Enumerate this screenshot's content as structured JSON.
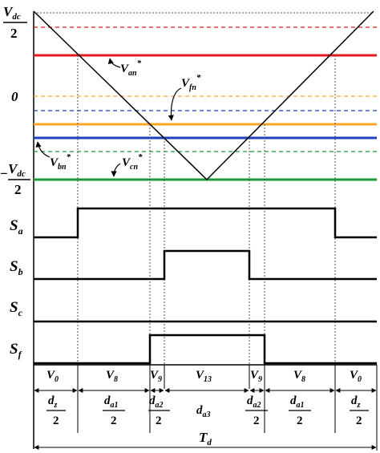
{
  "diagram": {
    "colors": {
      "black": "#000000",
      "red": "#e31a1c",
      "orange": "#f5a623",
      "blue": "#1f3fbf",
      "green": "#1a9a3a"
    },
    "y_axis_labels": {
      "vdc_half_pos_V": "V",
      "vdc_half_pos_sub": "dc",
      "vdc_half_pos_den": "2",
      "zero": "0",
      "vdc_half_neg_minus": "−",
      "vdc_half_neg_V": "V",
      "vdc_half_neg_sub": "dc",
      "vdc_half_neg_den": "2"
    },
    "references": {
      "van": {
        "V": "V",
        "sub": "an",
        "sup": "*"
      },
      "vfn": {
        "V": "V",
        "sub": "fn",
        "sup": "*"
      },
      "vbn": {
        "V": "V",
        "sub": "bn",
        "sup": "*"
      },
      "vcn": {
        "V": "V",
        "sub": "cn",
        "sup": "*"
      }
    },
    "switch_labels": [
      {
        "S": "S",
        "sub": "a"
      },
      {
        "S": "S",
        "sub": "b"
      },
      {
        "S": "S",
        "sub": "c"
      },
      {
        "S": "S",
        "sub": "f"
      }
    ],
    "vectors": [
      {
        "V": "V",
        "sub": "0"
      },
      {
        "V": "V",
        "sub": "8"
      },
      {
        "V": "V",
        "sub": "9"
      },
      {
        "V": "V",
        "sub": "13"
      },
      {
        "V": "V",
        "sub": "9"
      },
      {
        "V": "V",
        "sub": "8"
      },
      {
        "V": "V",
        "sub": "0"
      }
    ],
    "durations": [
      {
        "d": "d",
        "sub": "z",
        "den": "2"
      },
      {
        "d": "d",
        "sub": "a1",
        "den": "2"
      },
      {
        "d": "d",
        "sub": "a2",
        "den": "2"
      },
      {
        "d": "d",
        "sub": "a3",
        "den": ""
      },
      {
        "d": "d",
        "sub": "a2",
        "den": "2"
      },
      {
        "d": "d",
        "sub": "a1",
        "den": "2"
      },
      {
        "d": "d",
        "sub": "z",
        "den": "2"
      }
    ],
    "period": {
      "T": "T",
      "sub": "d"
    }
  }
}
